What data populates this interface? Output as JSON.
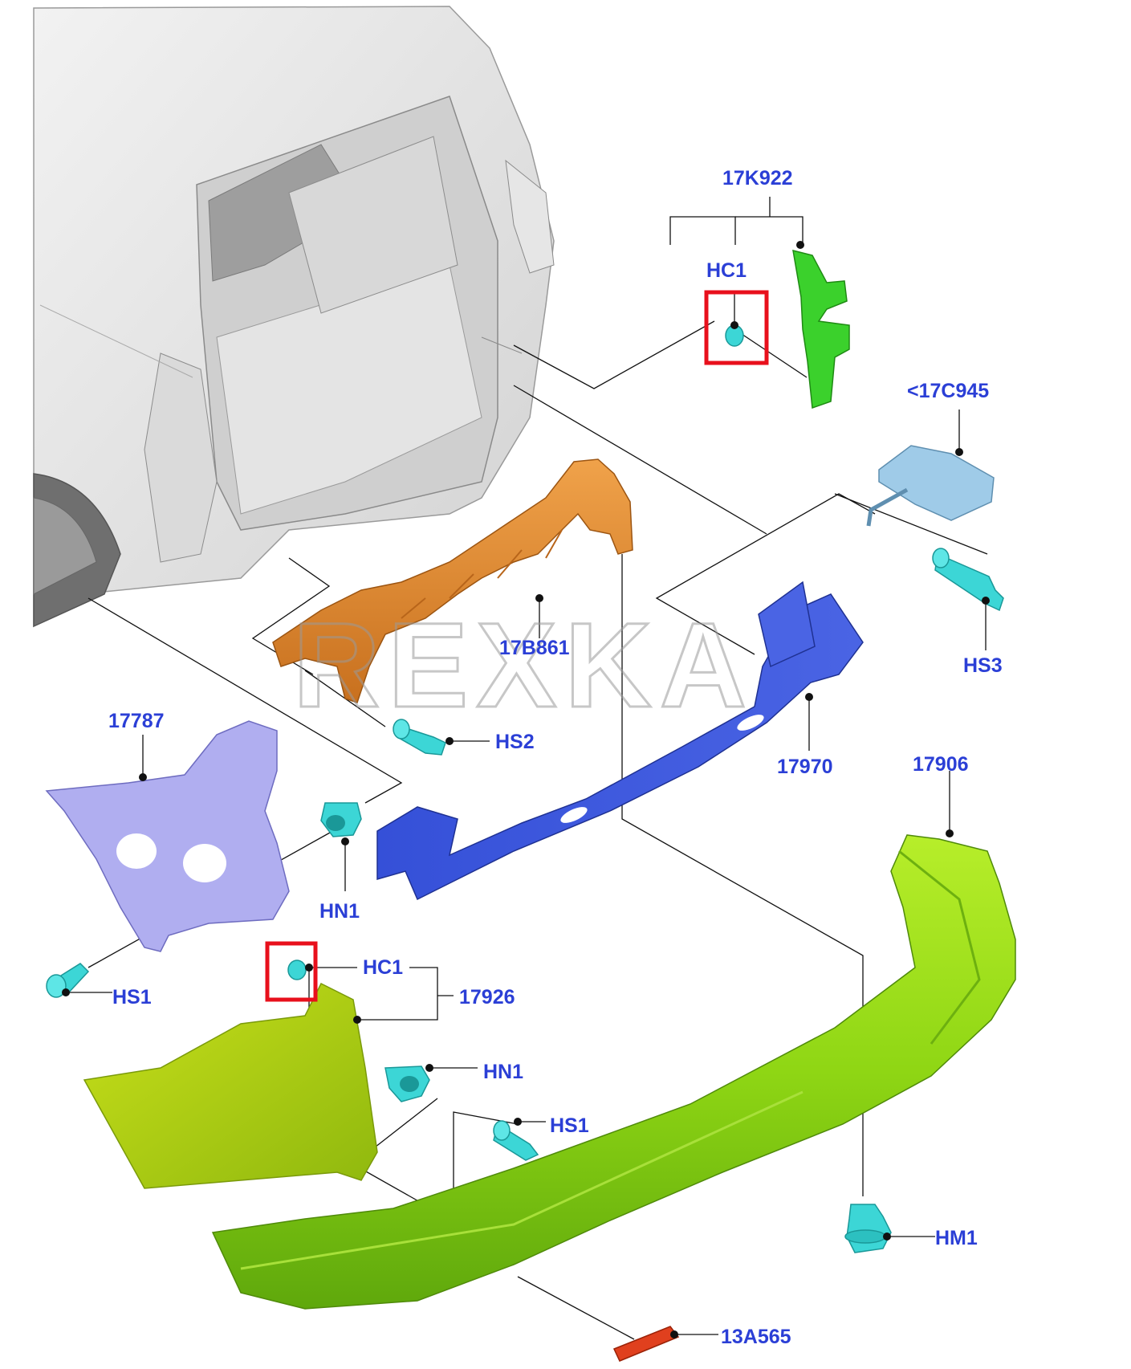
{
  "watermark": "REXKA",
  "labels": {
    "c17K922": "17K922",
    "hc1_top": "HC1",
    "c17C945": "<17C945",
    "c17B861": "17B861",
    "hs3": "HS3",
    "hs2": "HS2",
    "c17787": "17787",
    "c17970": "17970",
    "c17906": "17906",
    "hn1_left": "HN1",
    "hc1_bottom": "HC1",
    "c17926": "17926",
    "hs1_left": "HS1",
    "hn1_bottom": "HN1",
    "hs1_bottom": "HS1",
    "hm1": "HM1",
    "c13A565": "13A565"
  },
  "colors": {
    "label": "#2b3fd6",
    "highlight": "#e8101c",
    "bracket_green": "#3bd12c",
    "absorber_orange": "#e08a32",
    "reinforcement_blue": "#3d55d8",
    "side_bracket_lavender": "#b0aef0",
    "bumper_green": "#8fd614",
    "corner_yellow": "#b6d214",
    "fastener_cyan": "#3cd6d6",
    "reflector_red": "#e0401e",
    "body_gray": "#e2e2e2"
  }
}
